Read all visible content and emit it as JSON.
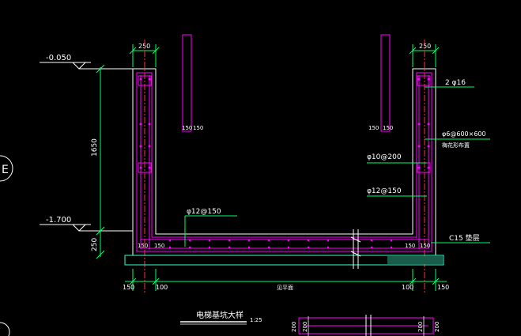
{
  "drawing": {
    "colors": {
      "background": "#000000",
      "outline": "#ffffff",
      "rebar": "#ff00ff",
      "dimension": "#00ff66",
      "axis": "#ff3333",
      "annotation": "#ffffff",
      "base": "#33ffcc"
    },
    "elevations": {
      "top": "-0.050",
      "bottom": "-1.700"
    },
    "dims": {
      "wall_thick_left": "250",
      "wall_thick_right": "250",
      "height_1650": "1650",
      "height_250": "250",
      "b150_left_outer": "150",
      "b100_left": "100",
      "b_center": "见平面",
      "b100_right": "100",
      "b150_right_outer": "150",
      "dowel_a": "150",
      "dowel_b": "150",
      "dowel_c": "150",
      "dowel_d": "150",
      "slab_150a": "150",
      "slab_150b": "150",
      "slab_150c": "150",
      "slab_150d": "150",
      "detail_200a": "200",
      "detail_200b": "200",
      "detail_200c": "200",
      "detail_200d": "200"
    },
    "labels": {
      "bar_2phi16": "2 φ16",
      "stirrup": "φ6@600×600",
      "stirrup_note": "梅花形布置",
      "bar_phi10": "φ10@200",
      "bar_phi12_right": "φ12@150",
      "bar_phi12_bottom": "φ12@150",
      "c15": "C15 垫层",
      "title": "电梯基坑大样",
      "scale": "1:25",
      "axis_mark": "E"
    }
  }
}
